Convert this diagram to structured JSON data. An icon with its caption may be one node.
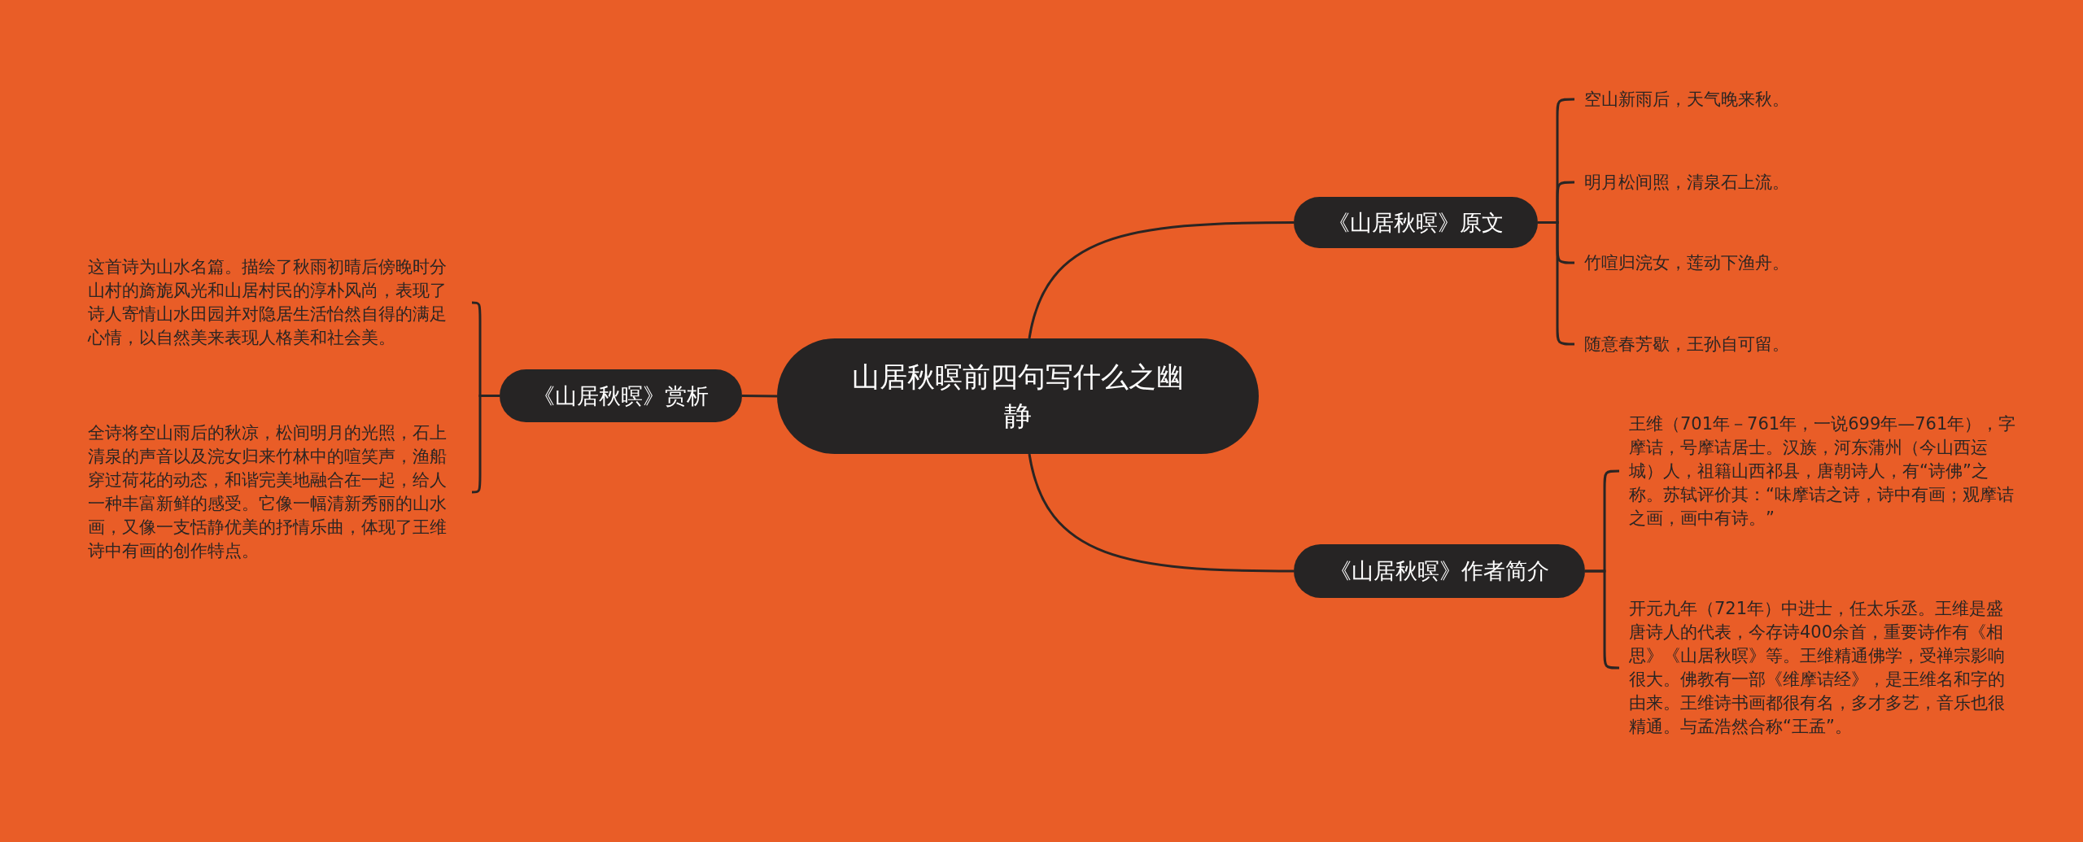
{
  "diagram": {
    "nodes": [
      {
        "text": [
          "山居秋暝前四句写什么之幽静"
        ]
      },
      {
        "text": [
          "《山居秋暝》原文"
        ]
      },
      {
        "text": [
          "空山新雨后，天气晚来秋。"
        ]
      },
      {
        "text": [
          "明月松间照，清泉石上流。"
        ]
      },
      {
        "text": [
          "竹喧归浣女，莲动下渔舟。"
        ]
      },
      {
        "text": [
          "随意春芳歇，王孙自可留。"
        ]
      },
      {
        "text": [
          "《山居秋暝》赏析"
        ]
      },
      {
        "text": [
          "这首诗为山水名篇。描绘了秋雨初晴后傍晚时分山村的旖旎风光和山居村民的淳朴风尚，表现了诗人寄情山水田园并对隐居生活怡然自得的满足心情，以自然美来表现人格美和社会美。"
        ]
      },
      {
        "text": [
          "全诗将空山雨后的秋凉，松间明月的光照，石上清泉的声音以及浣女归来竹林中的喧笑声，渔船穿过荷花的动态，和谐完美地融合在一起，给人一种丰富新鲜的感受。它像一幅清新秀丽的山水画，又像一支恬静优美的抒情乐曲，体现了王维诗中有画的创作特点。"
        ]
      },
      {
        "text": [
          "《山居秋暝》作者简介"
        ]
      },
      {
        "text": [
          "王维（701年－761年，一说699年—761年），字摩诘，号摩诘居士。汉族，河东蒲州（今山西运城）人，祖籍山西祁县，唐朝诗人，有“诗佛”之称。苏轼评价其：“味摩诘之诗，诗中有画；观摩诘之画，画中有诗。”"
        ]
      },
      {
        "text": [
          "开元九年（721年）中进士，任太乐丞。王维是盛唐诗人的代表，今存诗400余首，重要诗作有《相思》《山居秋暝》等。王维精通佛学，受禅宗影响很大。佛教有一部《维摩诘经》，是王维名和字的由来。王维诗书画都很有名，多才多艺，音乐也很精通。与孟浩然合称“王孟”。"
        ]
      }
    ],
    "edges": [
      {
        "from": 0,
        "to": 1,
        "arrow": "none"
      },
      {
        "from": 1,
        "to": 2,
        "arrow": "none"
      },
      {
        "from": 1,
        "to": 3,
        "arrow": "none"
      },
      {
        "from": 1,
        "to": 4,
        "arrow": "none"
      },
      {
        "from": 1,
        "to": 5,
        "arrow": "none"
      },
      {
        "from": 0,
        "to": 6,
        "arrow": "none"
      },
      {
        "from": 6,
        "to": 7,
        "arrow": "none"
      },
      {
        "from": 6,
        "to": 8,
        "arrow": "none"
      },
      {
        "from": 0,
        "to": 9,
        "arrow": "none"
      },
      {
        "from": 9,
        "to": 10,
        "arrow": "none"
      },
      {
        "from": 9,
        "to": 11,
        "arrow": "none"
      }
    ]
  }
}
